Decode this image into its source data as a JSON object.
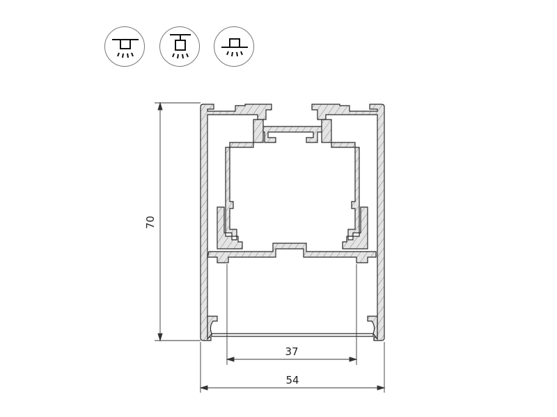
{
  "icons": [
    {
      "name": "recessed-mount-icon"
    },
    {
      "name": "suspended-mount-icon"
    },
    {
      "name": "surface-mount-icon"
    }
  ],
  "dimensions": {
    "height": "70",
    "inner_width": "37",
    "outer_width": "54"
  },
  "colors": {
    "profile_fill": "#e4e4e4",
    "line": "#2a2a2a"
  }
}
